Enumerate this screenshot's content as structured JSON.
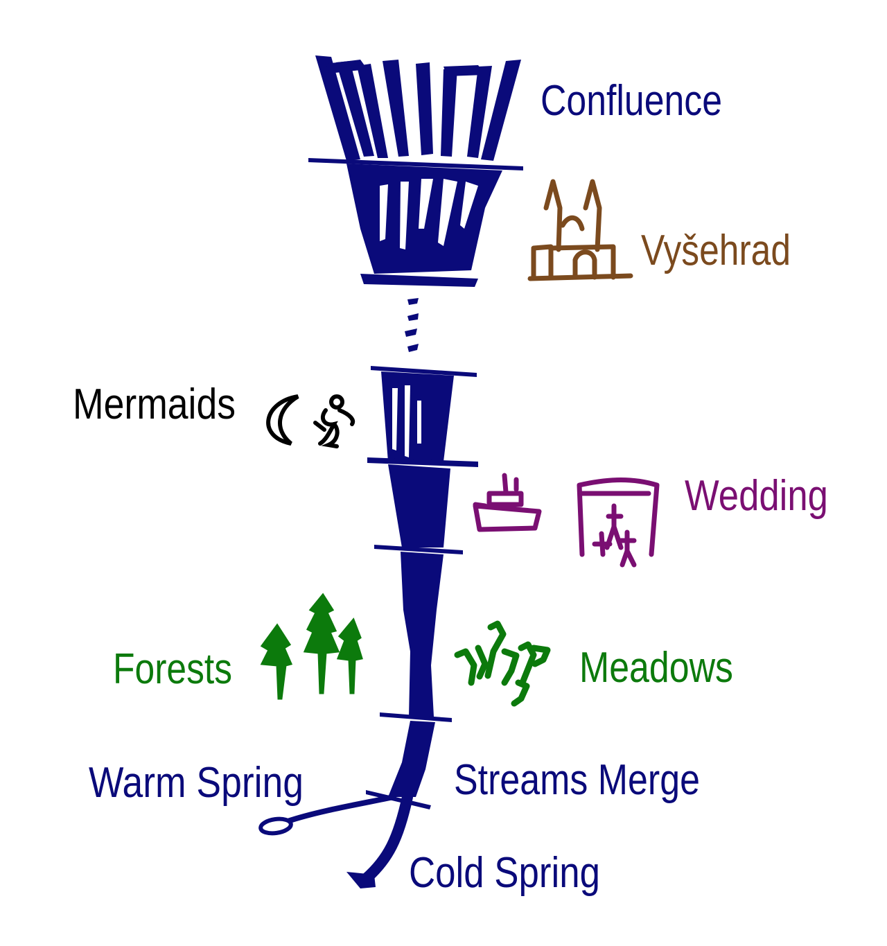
{
  "labels": {
    "confluence": "Confluence",
    "vysehrad": "Vyšehrad",
    "mermaids": "Mermaids",
    "wedding": "Wedding",
    "forests": "Forests",
    "meadows": "Meadows",
    "warm_spring": "Warm Spring",
    "streams_merge": "Streams Merge",
    "cold_spring": "Cold Spring"
  },
  "colors": {
    "river": "#0a0a7a",
    "vysehrad": "#7b4a1e",
    "mermaids": "#000000",
    "wedding": "#7a0f72",
    "nature": "#0c7a0c"
  },
  "icons": [
    "castle-icon",
    "crescent-moon-icon",
    "mermaid-icon",
    "cake-icon",
    "wedding-arch-icon",
    "tree-icon",
    "meadow-plant-icon"
  ]
}
